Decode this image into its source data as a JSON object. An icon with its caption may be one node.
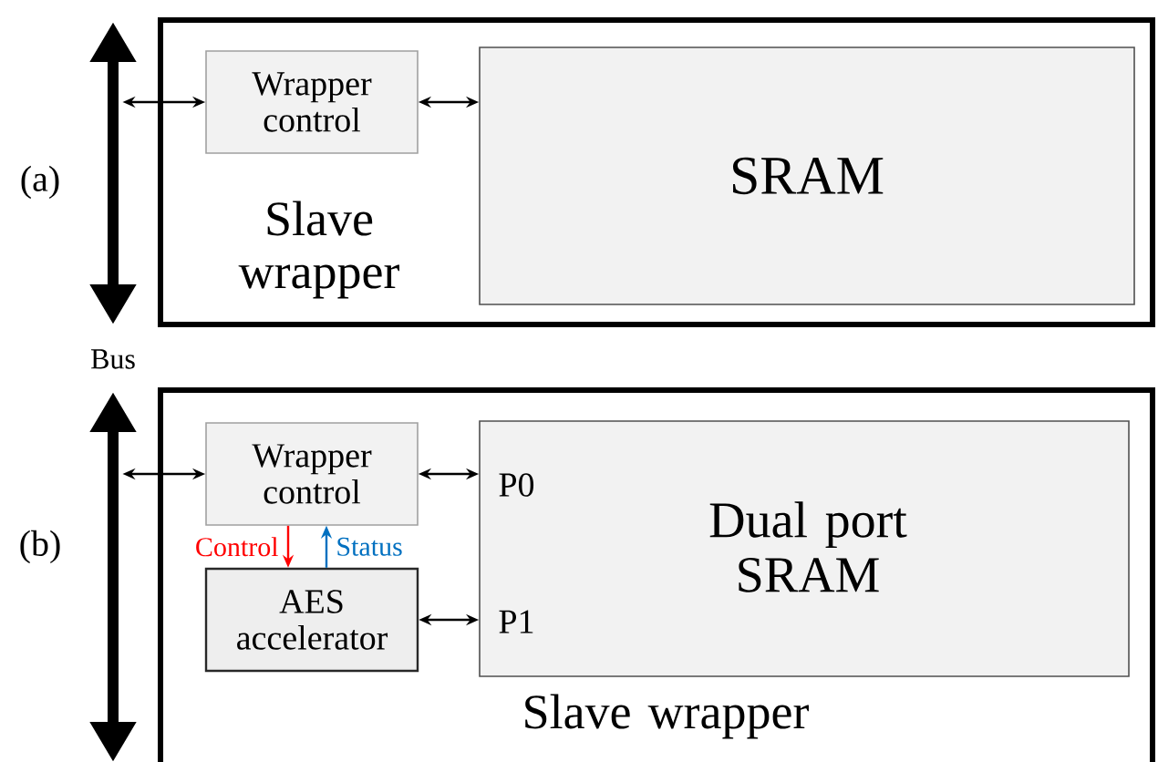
{
  "diagram": {
    "nodes": [
      {
        "text": [],
        "shape": "bar"
      },
      {
        "text": [
          "Slave wrapper"
        ]
      },
      {
        "text": [
          "Wrapper control"
        ],
        "in": 1
      },
      {
        "text": [
          "SRAM"
        ],
        "in": 1
      },
      {
        "text": [],
        "shape": "bar"
      },
      {
        "text": [
          "Slave wrapper"
        ]
      },
      {
        "text": [
          "Wrapper control"
        ],
        "in": 5
      },
      {
        "text": [
          "AES accelerator"
        ],
        "in": 5
      },
      {
        "text": [
          "Dual port SRAM",
          "P0",
          "P1"
        ],
        "in": 5
      }
    ],
    "edges": [
      {
        "from": 0,
        "to": 2,
        "arrow": "both"
      },
      {
        "from": 2,
        "to": 3,
        "arrow": "both"
      },
      {
        "from": 4,
        "to": 6,
        "arrow": "both"
      },
      {
        "from": 6,
        "to": 8,
        "arrow": "both"
      },
      {
        "from": 6,
        "to": 7,
        "arrow": "to",
        "label": "Control",
        "color": "#ff0000"
      },
      {
        "from": 7,
        "to": 6,
        "arrow": "to",
        "label": "Status",
        "color": "#0070c0"
      },
      {
        "from": 7,
        "to": 8,
        "arrow": "both"
      }
    ],
    "labels": [
      "(a)",
      "Bus",
      "(b)"
    ]
  }
}
